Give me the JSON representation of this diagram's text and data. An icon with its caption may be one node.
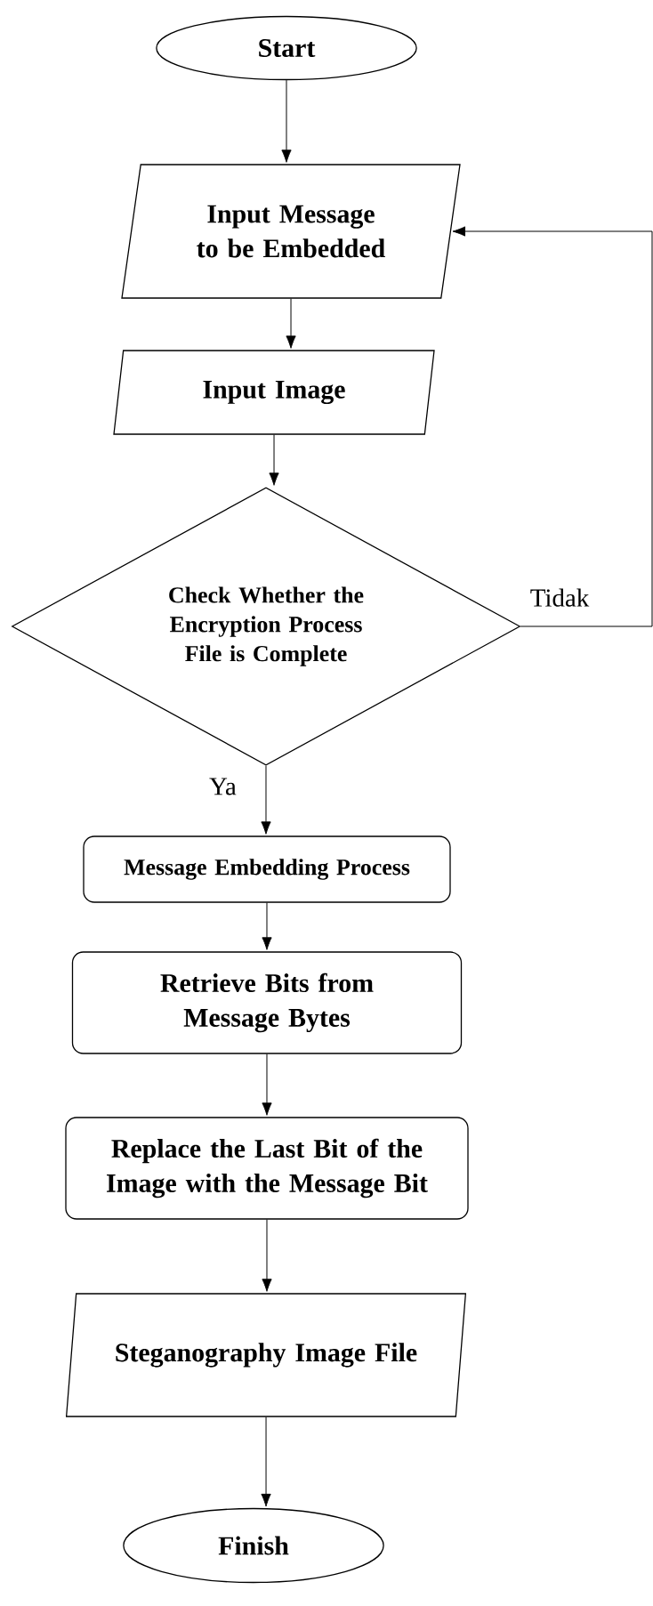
{
  "diagram": {
    "nodes": [
      {
        "text": [
          "Start"
        ]
      },
      {
        "text": [
          "Input Message to be Embedded"
        ]
      },
      {
        "text": [
          "Input Image"
        ]
      },
      {
        "text": [
          "Check Whether the Encryption Process File is Complete"
        ]
      },
      {
        "text": [
          "Message Embedding Process"
        ]
      },
      {
        "text": [
          "Retrieve Bits from Message Bytes"
        ]
      },
      {
        "text": [
          "Replace the Last Bit of the Image with the Message Bit"
        ]
      },
      {
        "text": [
          "Steganography Image File"
        ]
      },
      {
        "text": [
          "Finish"
        ]
      }
    ],
    "edges": [
      {
        "from": 0,
        "to": 1,
        "arrow": "to"
      },
      {
        "from": 1,
        "to": 2,
        "arrow": "to"
      },
      {
        "from": 2,
        "to": 3,
        "arrow": "to"
      },
      {
        "from": 3,
        "to": 4,
        "arrow": "to",
        "label": "Ya"
      },
      {
        "from": 3,
        "to": 1,
        "arrow": "to",
        "label": "Tidak"
      },
      {
        "from": 4,
        "to": 5,
        "arrow": "to"
      },
      {
        "from": 5,
        "to": 6,
        "arrow": "to"
      },
      {
        "from": 6,
        "to": 7,
        "arrow": "to"
      },
      {
        "from": 7,
        "to": 8,
        "arrow": "to"
      }
    ]
  }
}
